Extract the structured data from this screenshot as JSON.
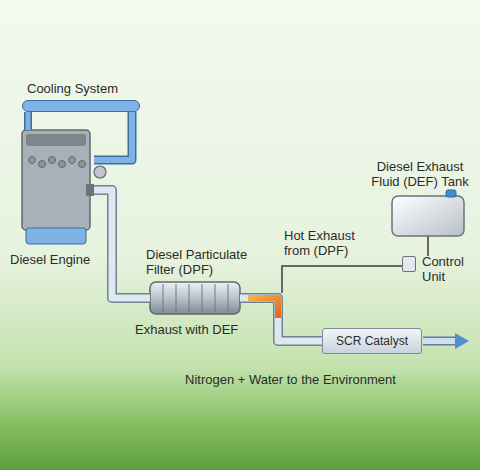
{
  "diagram": {
    "nodes": [
      {
        "text": [
          "Cooling System"
        ]
      },
      {
        "text": [
          "Diesel Engine"
        ]
      },
      {
        "text": [
          "Diesel Particulate Filter (DPF)"
        ]
      },
      {
        "text": [
          "Diesel Exhaust Fluid (DEF) Tank"
        ]
      },
      {
        "text": [
          "Control Unit"
        ]
      },
      {
        "text": [
          "SCR Catalyst"
        ]
      }
    ],
    "edges": [
      {
        "from": 0,
        "to": 1,
        "arrow": "none"
      },
      {
        "from": 1,
        "to": 2,
        "arrow": "none"
      },
      {
        "from": 2,
        "to": 5,
        "arrow": "none"
      },
      {
        "from": 3,
        "to": 4,
        "arrow": "none"
      }
    ],
    "labels": [
      "Hot Exhaust from (DPF)",
      "Exhaust with DEF",
      "Nitrogen + Water to the Environment"
    ]
  }
}
